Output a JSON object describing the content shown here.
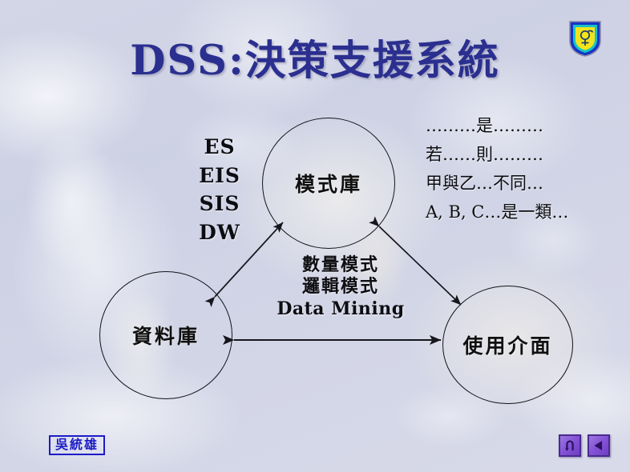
{
  "slide": {
    "title": "DSS:決策支援系統",
    "logo_icon": "shield-emblem-icon"
  },
  "nodes": {
    "model_base": "模式庫",
    "database": "資料庫",
    "user_interface": "使用介面"
  },
  "left_list": {
    "items": [
      "ES",
      "EIS",
      "SIS",
      "DW"
    ]
  },
  "right_list": {
    "items": [
      "………是………",
      "若……則………",
      "甲與乙…不同…",
      "A, B, C…是一類…"
    ]
  },
  "center_caption": {
    "lines": [
      "數量模式",
      "邏輯模式",
      "Data Mining"
    ]
  },
  "author": {
    "name": "吳統雄"
  },
  "nav": {
    "return_icon": "u-turn-arrow-icon",
    "back_icon": "left-triangle-icon"
  },
  "colors": {
    "title_blue": "#2b2f8f",
    "author_blue": "#1c1cc8",
    "nav_purple": "#8452d6",
    "background_base": "#d2d5e6"
  }
}
